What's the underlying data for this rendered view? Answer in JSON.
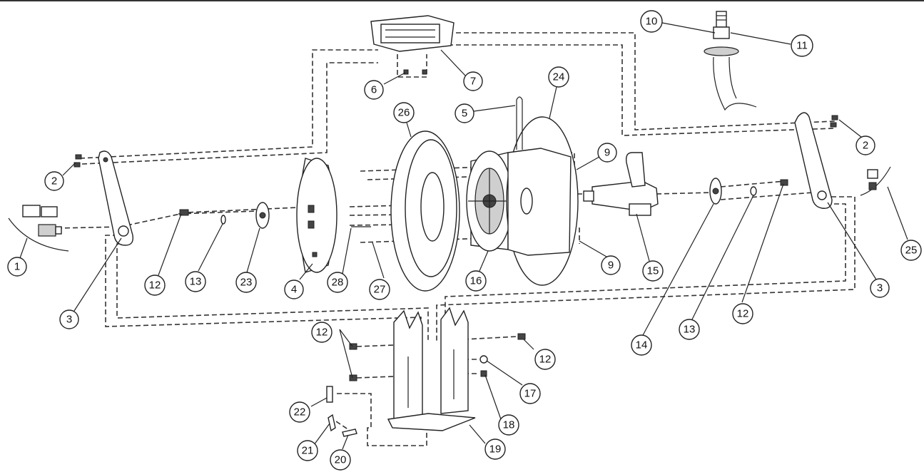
{
  "callouts": [
    {
      "id": "c1",
      "text": "1"
    },
    {
      "id": "c2a",
      "text": "2"
    },
    {
      "id": "c2b",
      "text": "2"
    },
    {
      "id": "c3a",
      "text": "3"
    },
    {
      "id": "c3b",
      "text": "3"
    },
    {
      "id": "c4",
      "text": "4"
    },
    {
      "id": "c5",
      "text": "5"
    },
    {
      "id": "c6",
      "text": "6"
    },
    {
      "id": "c7",
      "text": "7"
    },
    {
      "id": "c9a",
      "text": "9"
    },
    {
      "id": "c9b",
      "text": "9"
    },
    {
      "id": "c10",
      "text": "10"
    },
    {
      "id": "c11",
      "text": "11"
    },
    {
      "id": "c12a",
      "text": "12"
    },
    {
      "id": "c12b",
      "text": "12"
    },
    {
      "id": "c12c",
      "text": "12"
    },
    {
      "id": "c12d",
      "text": "12"
    },
    {
      "id": "c13a",
      "text": "13"
    },
    {
      "id": "c13b",
      "text": "13"
    },
    {
      "id": "c14",
      "text": "14"
    },
    {
      "id": "c15",
      "text": "15"
    },
    {
      "id": "c16",
      "text": "16"
    },
    {
      "id": "c17",
      "text": "17"
    },
    {
      "id": "c18",
      "text": "18"
    },
    {
      "id": "c19",
      "text": "19"
    },
    {
      "id": "c20",
      "text": "20"
    },
    {
      "id": "c21",
      "text": "21"
    },
    {
      "id": "c22",
      "text": "22"
    },
    {
      "id": "c23",
      "text": "23"
    },
    {
      "id": "c24",
      "text": "24"
    },
    {
      "id": "c25",
      "text": "25"
    },
    {
      "id": "c26",
      "text": "26"
    },
    {
      "id": "c27",
      "text": "27"
    },
    {
      "id": "c28",
      "text": "28"
    }
  ]
}
